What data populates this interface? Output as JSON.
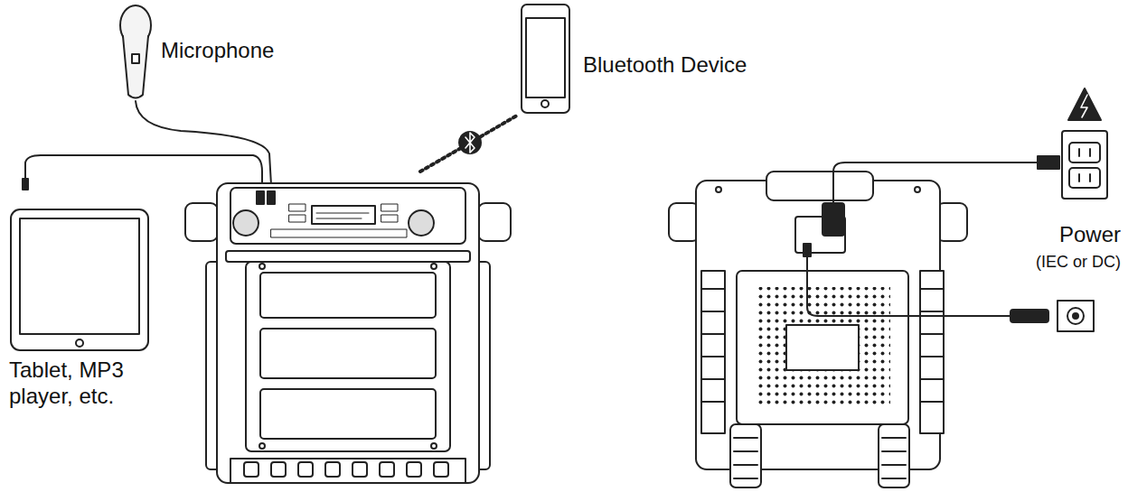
{
  "diagram": {
    "labels": [
      "Microphone",
      "Bluetooth Device",
      "Tablet, MP3 player, etc.",
      "Power",
      "(IEC or DC)"
    ]
  }
}
